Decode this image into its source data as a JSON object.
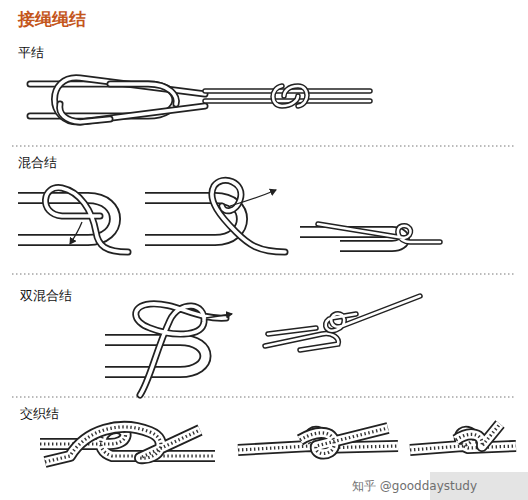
{
  "diagram": {
    "title": "接绳绳结",
    "labels": [
      "平结",
      "混合结",
      "双混合结",
      "交织结",
      "知乎 @gooddaystudy"
    ]
  }
}
